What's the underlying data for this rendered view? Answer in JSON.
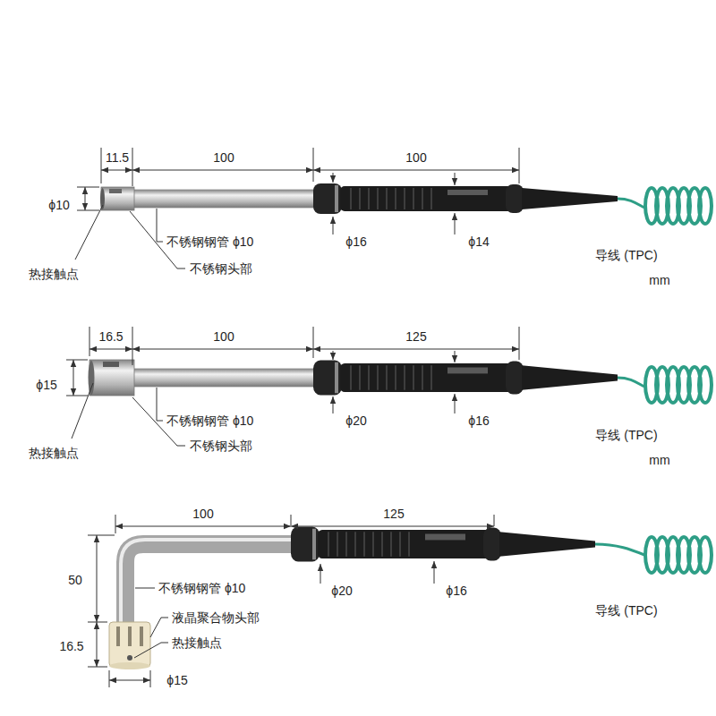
{
  "diagram": {
    "labels": [
      "11.5",
      "100",
      "100",
      "ϕ10",
      "不锈钢钢管 ϕ10",
      "不锈钢头部",
      "热接触点",
      "ϕ16",
      "ϕ14",
      "导线 (TPC)",
      "mm",
      "16.5",
      "100",
      "125",
      "ϕ15",
      "不锈钢钢管 ϕ10",
      "不锈钢头部",
      "热接触点",
      "ϕ20",
      "ϕ16",
      "导线 (TPC)",
      "mm",
      "100",
      "125",
      "50",
      "16.5",
      "ϕ15",
      "不锈钢钢管 ϕ10",
      "液晶聚合物头部",
      "热接触点",
      "ϕ20",
      "ϕ16",
      "导线 (TPC)"
    ]
  }
}
